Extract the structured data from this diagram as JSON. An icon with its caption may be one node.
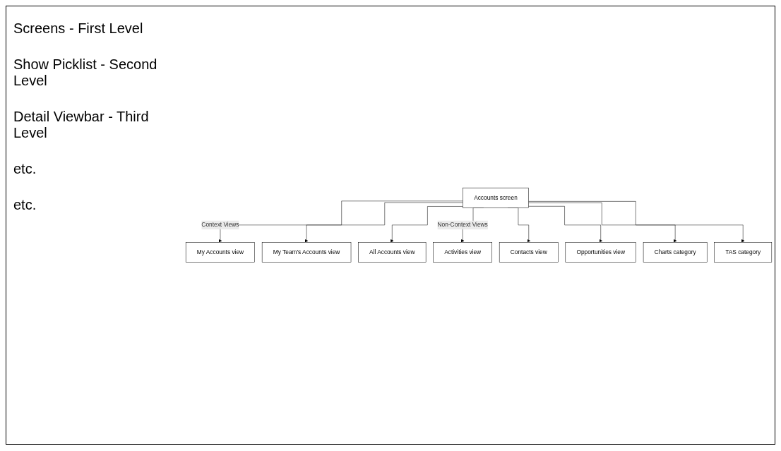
{
  "diagram": {
    "nodes": [
      {
        "text": [
          "Accounts screen"
        ]
      },
      {
        "text": [
          "My Accounts view"
        ]
      },
      {
        "text": [
          "My Team's Accounts view"
        ]
      },
      {
        "text": [
          "All Accounts view"
        ]
      },
      {
        "text": [
          "Activities view"
        ]
      },
      {
        "text": [
          "Contacts view"
        ]
      },
      {
        "text": [
          "Opportunities view"
        ]
      },
      {
        "text": [
          "Charts category"
        ]
      },
      {
        "text": [
          "TAS category"
        ]
      }
    ],
    "edges": [
      {
        "from": 0,
        "to": 1,
        "arrow": "to",
        "label": "Context Views"
      },
      {
        "from": 0,
        "to": 2,
        "arrow": "to"
      },
      {
        "from": 0,
        "to": 3,
        "arrow": "to"
      },
      {
        "from": 0,
        "to": 4,
        "arrow": "to",
        "label": "Non-Context Views"
      },
      {
        "from": 0,
        "to": 5,
        "arrow": "to"
      },
      {
        "from": 0,
        "to": 6,
        "arrow": "to"
      },
      {
        "from": 0,
        "to": 7,
        "arrow": "to"
      },
      {
        "from": 0,
        "to": 8,
        "arrow": "to"
      }
    ],
    "labels": [
      "Screens - First Level",
      "Show Picklist - Second Level",
      "Detail Viewbar - Third Level",
      "etc.",
      "etc."
    ]
  }
}
